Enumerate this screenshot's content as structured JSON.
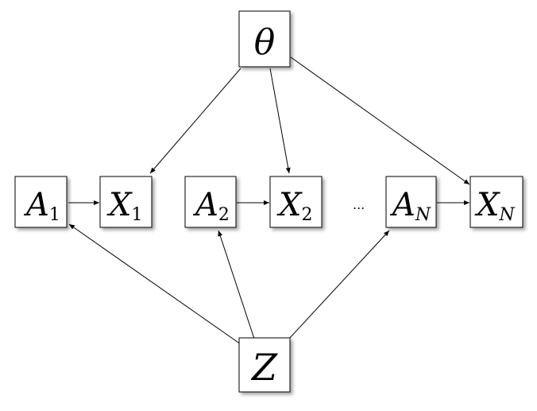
{
  "nodes": {
    "theta": {
      "symbol": "θ",
      "subscript": ""
    },
    "A1": {
      "symbol": "A",
      "subscript": "1"
    },
    "X1": {
      "symbol": "X",
      "subscript": "1"
    },
    "A2": {
      "symbol": "A",
      "subscript": "2"
    },
    "X2": {
      "symbol": "X",
      "subscript": "2"
    },
    "AN": {
      "symbol": "A",
      "subscript": "N"
    },
    "XN": {
      "symbol": "X",
      "subscript": "N"
    },
    "Z": {
      "symbol": "Z",
      "subscript": ""
    }
  },
  "ellipsis": "...",
  "edges": [
    {
      "from": "theta",
      "to": "X1"
    },
    {
      "from": "theta",
      "to": "X2"
    },
    {
      "from": "theta",
      "to": "XN"
    },
    {
      "from": "A1",
      "to": "X1"
    },
    {
      "from": "A2",
      "to": "X2"
    },
    {
      "from": "AN",
      "to": "XN"
    },
    {
      "from": "Z",
      "to": "A1"
    },
    {
      "from": "Z",
      "to": "A2"
    },
    {
      "from": "Z",
      "to": "AN"
    }
  ]
}
